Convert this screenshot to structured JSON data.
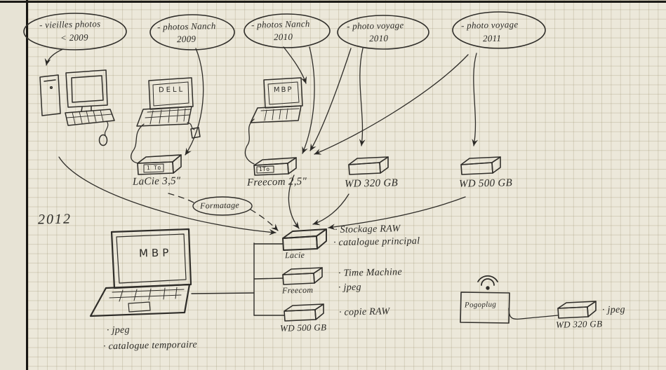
{
  "sources": [
    {
      "line1": "- vieilles photos",
      "line2": "< 2009"
    },
    {
      "line1": "- photos Nanch",
      "line2": "2009"
    },
    {
      "line1": "- photos Nanch",
      "line2": "2010"
    },
    {
      "line1": "- photo voyage",
      "line2": "2010"
    },
    {
      "line1": "- photo voyage",
      "line2": "2011"
    }
  ],
  "computers": {
    "dell": "DELL",
    "mbp_old": "MBP",
    "mbp_2012": "MBP"
  },
  "archive_drives": [
    {
      "badge": "1 To",
      "name": "LaCie 3,5\""
    },
    {
      "badge": "1To",
      "name": "Freecom 2,5\""
    },
    {
      "name": "WD 320 GB"
    },
    {
      "name": "WD 500 GB"
    }
  ],
  "formatage_label": "Formatage",
  "year_label": "2012",
  "current_drives": [
    {
      "name": "Lacie",
      "note1": "· Stockage RAW",
      "note2": "· catalogue principal"
    },
    {
      "name": "Freecom",
      "note1": "· Time Machine",
      "note2": "· jpeg"
    },
    {
      "name": "WD 500 GB",
      "note1": "· copie RAW"
    }
  ],
  "laptop_notes": {
    "line1": "· jpeg",
    "line2": "· catalogue temporaire"
  },
  "nas": {
    "device": "Pogoplug",
    "drive": "WD 320 GB",
    "note": "· jpeg"
  },
  "ink_color": "#2f2d29"
}
